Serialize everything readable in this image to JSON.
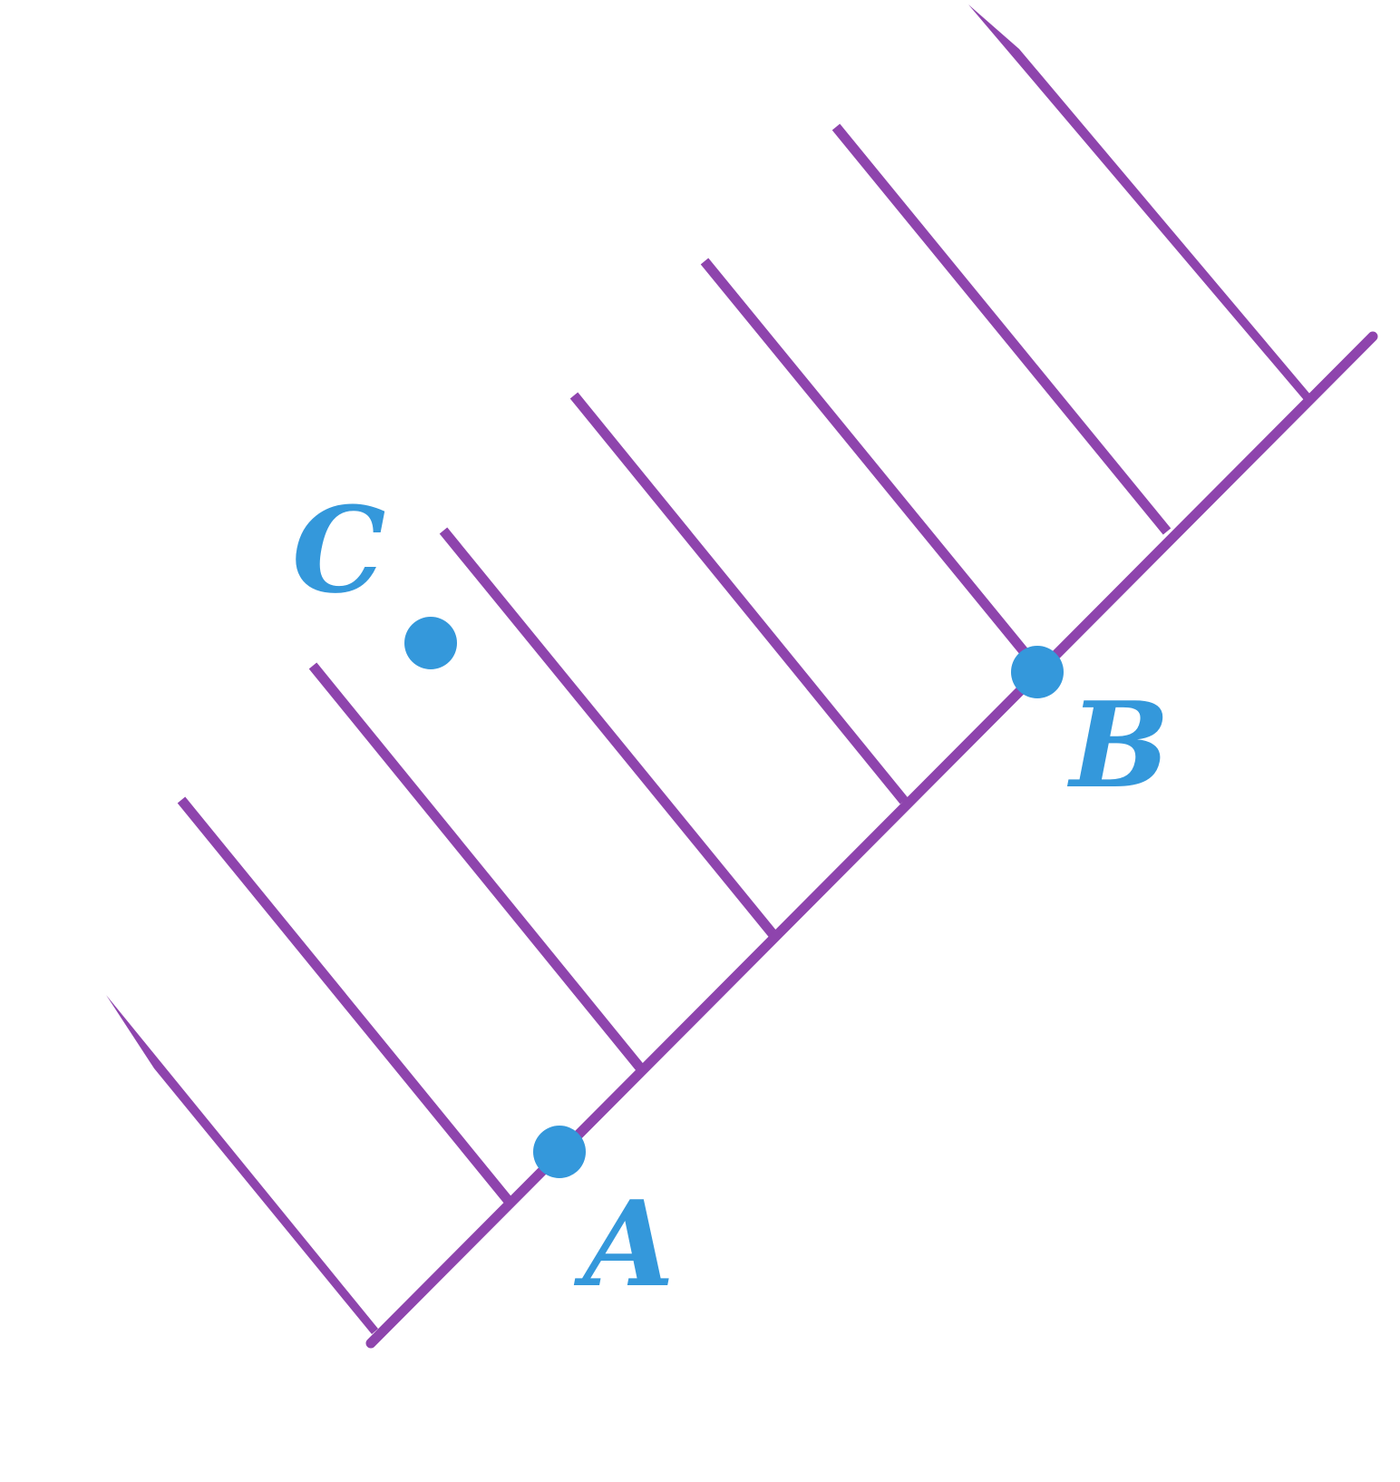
{
  "colors": {
    "line": "#8e44ad",
    "point": "#3498db",
    "background": "#ffffff"
  },
  "points": {
    "A": {
      "label": "A"
    },
    "B": {
      "label": "B"
    },
    "C": {
      "label": "C"
    }
  }
}
